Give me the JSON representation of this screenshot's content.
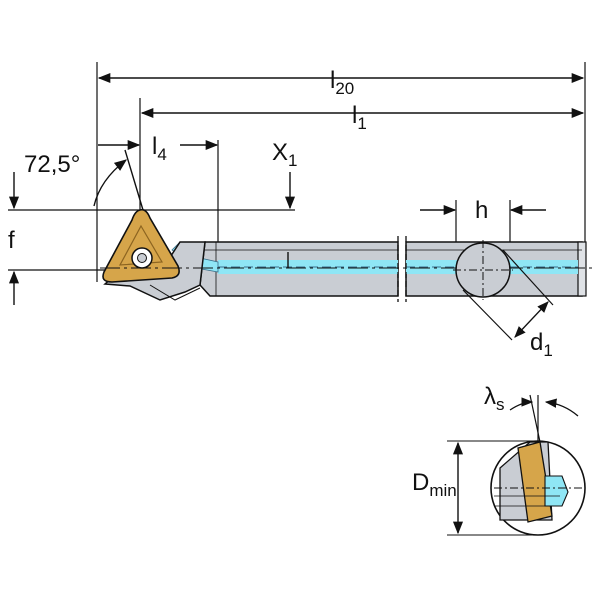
{
  "dimensions": {
    "l20": {
      "main": "l",
      "sub": "20"
    },
    "l1": {
      "main": "l",
      "sub": "1"
    },
    "l4": {
      "main": "l",
      "sub": "4"
    },
    "x1": {
      "main": "X",
      "sub": "1"
    },
    "angle": "72,5°",
    "f": "f",
    "h": "h",
    "d1": {
      "main": "d",
      "sub": "1"
    },
    "lambda_s": {
      "main": "λ",
      "sub": "s"
    },
    "dmin": {
      "main": "D",
      "sub": "min"
    }
  },
  "colors": {
    "body": "#c9cdd3",
    "body_light": "#e4e7eb",
    "coolant": "#8fe6f5",
    "insert": "#d6a54a",
    "insert_dark": "#8c6420",
    "line": "#111111"
  }
}
